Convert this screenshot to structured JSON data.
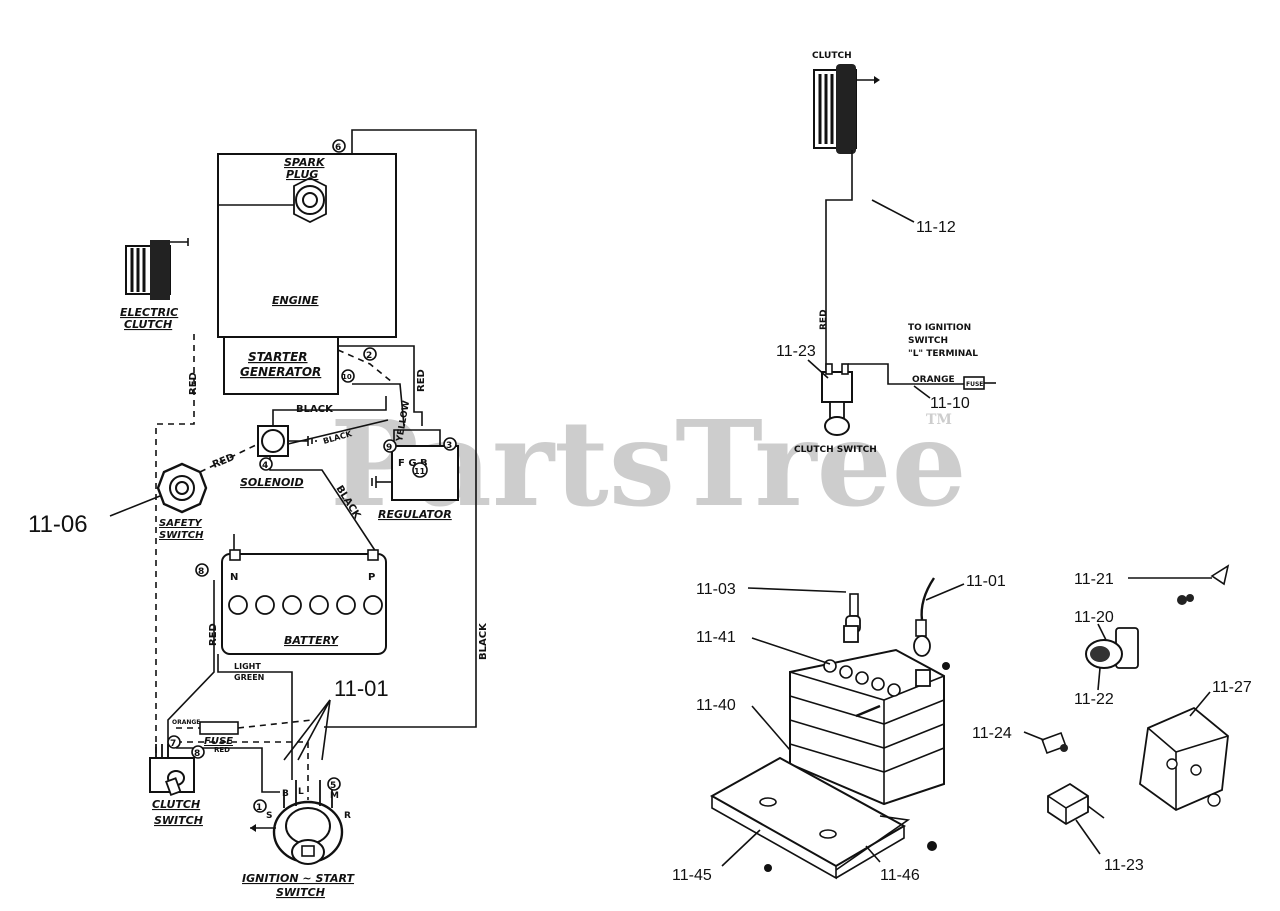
{
  "watermark": {
    "text": "PartsTree",
    "tm": "TM"
  },
  "schematic": {
    "spark_plug": [
      "SPARK",
      "PLUG"
    ],
    "engine": "ENGINE",
    "starter_generator": [
      "STARTER",
      "GENERATOR"
    ],
    "electric_clutch": [
      "ELECTRIC",
      "CLUTCH"
    ],
    "solenoid": "SOLENOID",
    "regulator": "REGULATOR",
    "regulator_terminals": "F G B",
    "safety_switch": [
      "SAFETY",
      "SWITCH"
    ],
    "battery": "BATTERY",
    "battery_n": "N",
    "battery_p": "P",
    "clutch_switch": [
      "CLUTCH",
      "SWITCH"
    ],
    "ignition_switch": [
      "IGNITION ~ START",
      "SWITCH"
    ],
    "fuse": "FUSE",
    "ignition_terminals": {
      "s": "S",
      "b": "B",
      "l": "L",
      "m": "M",
      "r": "R"
    },
    "wires": {
      "red1": "RED",
      "red2": "RED",
      "red3": "RED",
      "red4": "RED",
      "red5": "RED",
      "black1": "BLACK",
      "black2": "BLACK",
      "black3": "BLACK",
      "black4": "BLACK",
      "yellow": "YELLOW",
      "light_green": [
        "LIGHT",
        "GREEN"
      ],
      "orange": "ORANGE"
    },
    "circled": [
      "6",
      "2",
      "10",
      "9",
      "3",
      "11",
      "4",
      "8",
      "7",
      "8",
      "1",
      "5"
    ],
    "callouts": {
      "safety_switch": "11-06",
      "ignition_wires": "11-01"
    }
  },
  "clutch_detail": {
    "clutch": "CLUTCH",
    "red": "RED",
    "to_ignition": [
      "TO IGNITION",
      "SWITCH",
      "\"L\" TERMINAL"
    ],
    "orange": "ORANGE",
    "fuse": "FUSE",
    "clutch_switch": "CLUTCH SWITCH",
    "callouts": {
      "harness": "11-12",
      "switch": "11-23",
      "fuse": "11-10"
    }
  },
  "parts": {
    "callouts": {
      "p1103": "11-03",
      "p1101": "11-01",
      "p1141": "11-41",
      "p1140": "11-40",
      "p1145": "11-45",
      "p1146": "11-46",
      "p1121": "11-21",
      "p1120": "11-20",
      "p1122": "11-22",
      "p1127": "11-27",
      "p1124": "11-24",
      "p1123": "11-23"
    }
  }
}
